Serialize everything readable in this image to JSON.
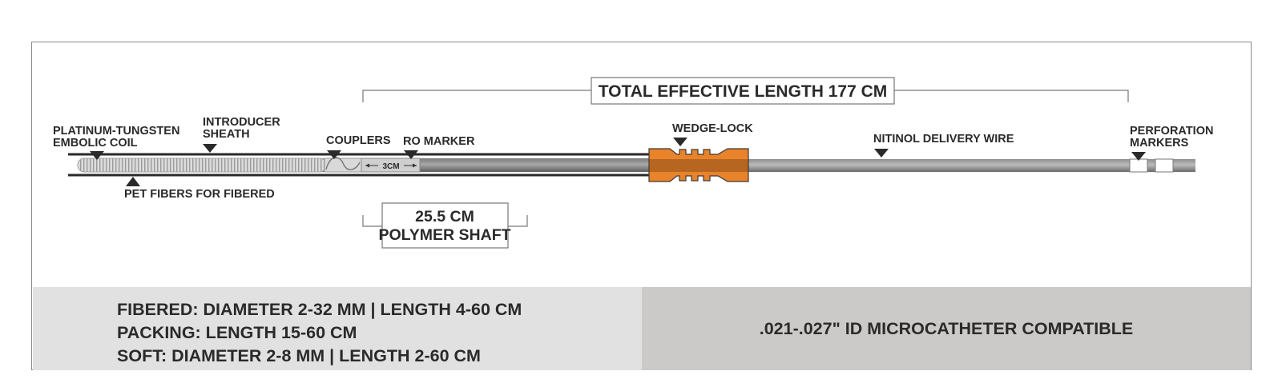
{
  "labels": {
    "total_length": "TOTAL EFFECTIVE LENGTH 177 CM",
    "coil_line1": "PLATINUM-TUNGSTEN",
    "coil_line2": "EMBOLIC COIL",
    "sheath_line1": "INTRODUCER",
    "sheath_line2": "SHEATH",
    "couplers": "COUPLERS",
    "ro_marker": "RO MARKER",
    "wedge_lock": "WEDGE-LOCK",
    "delivery_wire": "NITINOL DELIVERY WIRE",
    "perf_line1": "PERFORATION",
    "perf_line2": "MARKERS",
    "pet_fibers": "PET FIBERS FOR FIBERED",
    "three_cm": "3CM",
    "shaft_line1": "25.5 CM",
    "shaft_line2": "POLYMER SHAFT"
  },
  "specs": {
    "line1": "FIBERED: DIAMETER 2-32 MM | LENGTH 4-60 CM",
    "line2": "PACKING: LENGTH 15-60 CM",
    "line3": "SOFT: DIAMETER 2-8 MM | LENGTH 2-60 CM",
    "compat": ".021-.027\" ID MICROCATHETER COMPATIBLE"
  },
  "colors": {
    "wedge_lock": "#e8832a",
    "shaft": "#6e6e6e",
    "coil": "#d6d6d6",
    "spec_left_bg": "#e1e1e1",
    "spec_right_bg": "#cbcac8"
  }
}
